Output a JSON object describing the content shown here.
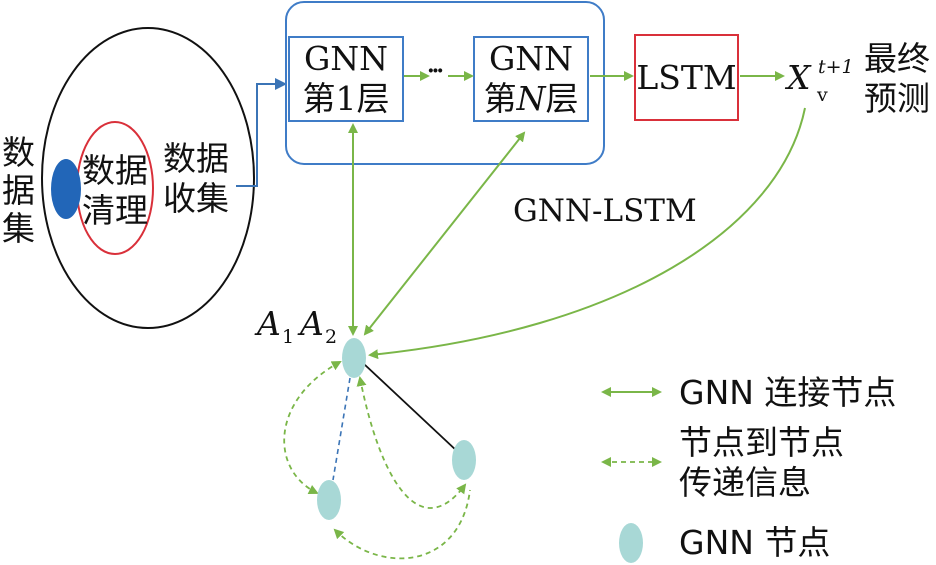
{
  "dataset": {
    "line1": "数",
    "line2": "据",
    "line3": "集"
  },
  "cleaning": {
    "line1": "数据",
    "line2": "清理"
  },
  "collection": {
    "line1": "数据",
    "line2": "收集"
  },
  "gnn_first": {
    "line1": "GNN",
    "line2_prefix": "第",
    "line2_num": "1",
    "line2_suffix": "层"
  },
  "gnn_nth": {
    "line1": "GNN",
    "line2_prefix": "第",
    "line2_num": "N",
    "line2_suffix": "层"
  },
  "ellipsis": "···",
  "lstm": "LSTM",
  "output": {
    "var": "X",
    "sub": "v",
    "sup": "t+1",
    "label_line1": "最终",
    "label_line2": "预测"
  },
  "module_label": "GNN-LSTM",
  "nodes": {
    "a1": "A",
    "a1_sub": "1",
    "a2": "A",
    "a2_sub": "2"
  },
  "legend": {
    "connect": "GNN 连接节点",
    "message_line1": "节点到节点",
    "message_line2": "传递信息",
    "node": "GNN 节点"
  },
  "colors": {
    "green": "#7ab648",
    "blue_box": "#3f7cc7",
    "red_box": "#d9303a",
    "blue_arrow": "#3b74b6",
    "dataset_fill": "#2266b8",
    "node_fill": "#a8d8d6",
    "dashed_blue": "#3b74b6"
  }
}
